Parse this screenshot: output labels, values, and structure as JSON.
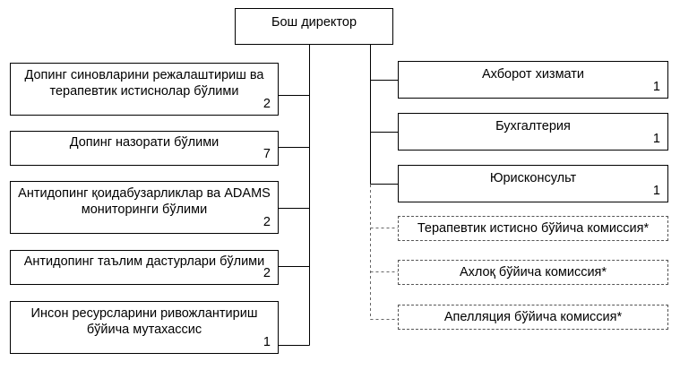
{
  "director": {
    "label": "Бош директор"
  },
  "left_units": [
    {
      "label": "Допинг синовларини режалаштириш ва терапевтик истиснолар бўлими",
      "count": "2"
    },
    {
      "label": "Допинг назорати бўлими",
      "count": "7"
    },
    {
      "label": "Антидопинг қоидабузарликлар ва ADAMS мониторинги бўлими",
      "count": "2"
    },
    {
      "label": "Антидопинг таълим дастурлари бўлими",
      "count": "2"
    },
    {
      "label": "Инсон ресурсларини ривожлантириш бўйича мутахассис",
      "count": "1"
    }
  ],
  "right_units": [
    {
      "label": "Ахборот хизмати",
      "count": "1"
    },
    {
      "label": "Бухгалтерия",
      "count": "1"
    },
    {
      "label": "Юрисконсульт",
      "count": "1"
    }
  ],
  "commissions": [
    {
      "label": "Терапевтик истисно бўйича комиссия*"
    },
    {
      "label": "Ахлоқ бўйича комиссия*"
    },
    {
      "label": "Апелляция бўйича комиссия*"
    }
  ]
}
